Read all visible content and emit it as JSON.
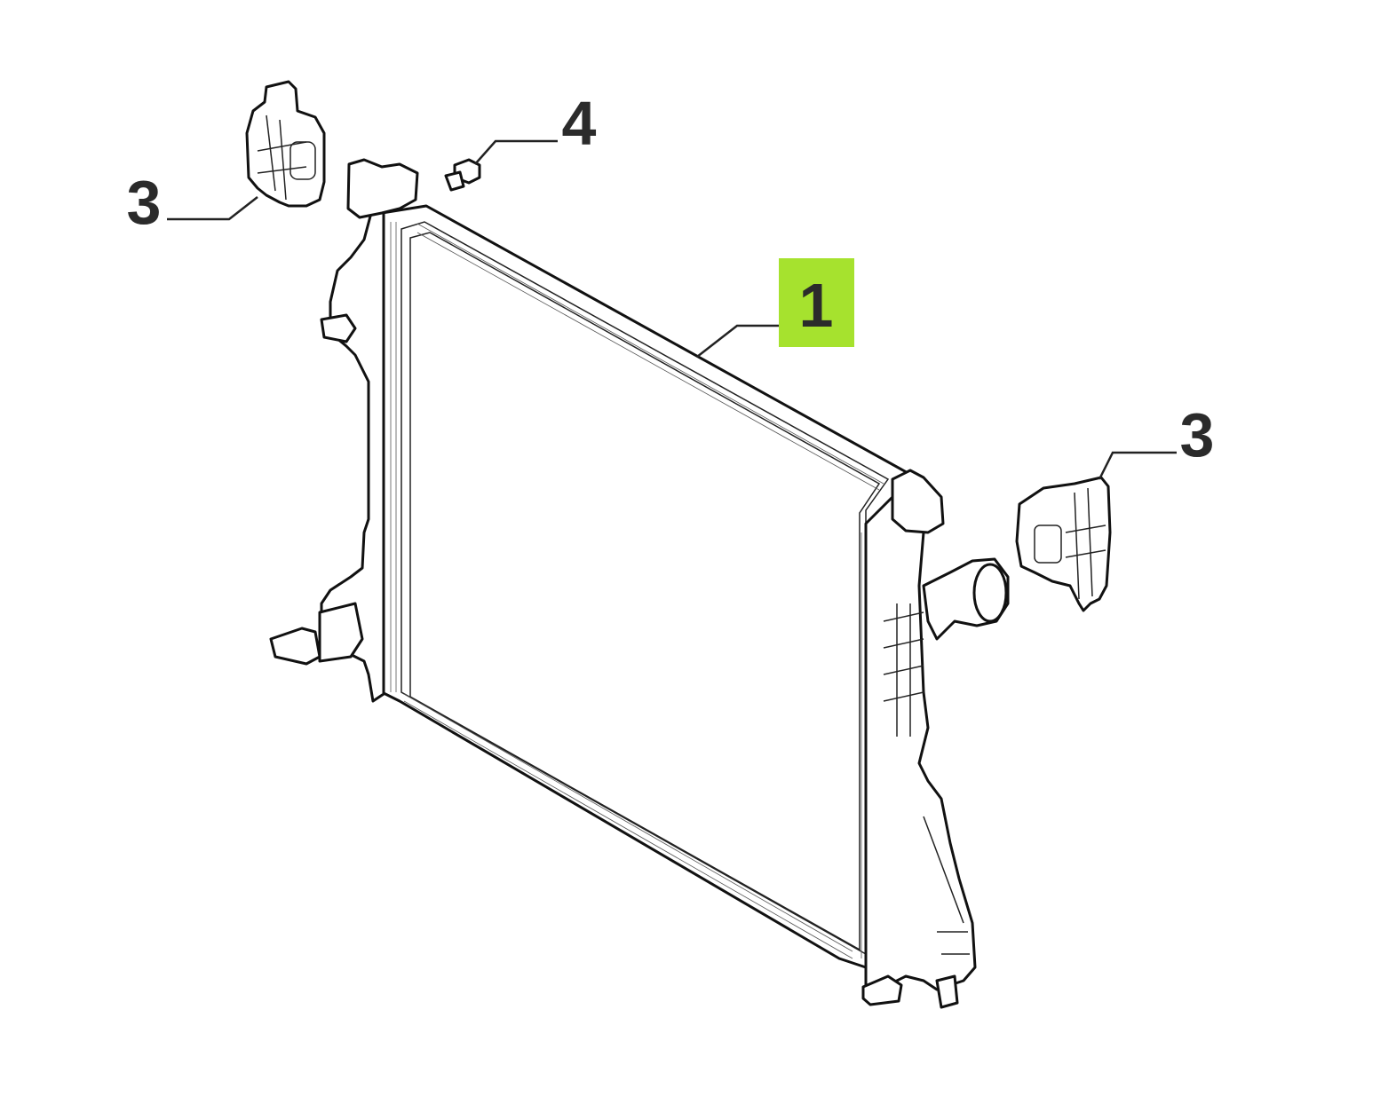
{
  "callouts": [
    {
      "id": "radiator",
      "label": "1",
      "highlighted": true
    },
    {
      "id": "bracket-left",
      "label": "3",
      "highlighted": false
    },
    {
      "id": "bracket-right",
      "label": "3",
      "highlighted": false
    },
    {
      "id": "bolt",
      "label": "4",
      "highlighted": false
    }
  ],
  "colors": {
    "highlight": "#a6e22e",
    "callout_text": "#2b2b2b",
    "line": "#111111"
  }
}
